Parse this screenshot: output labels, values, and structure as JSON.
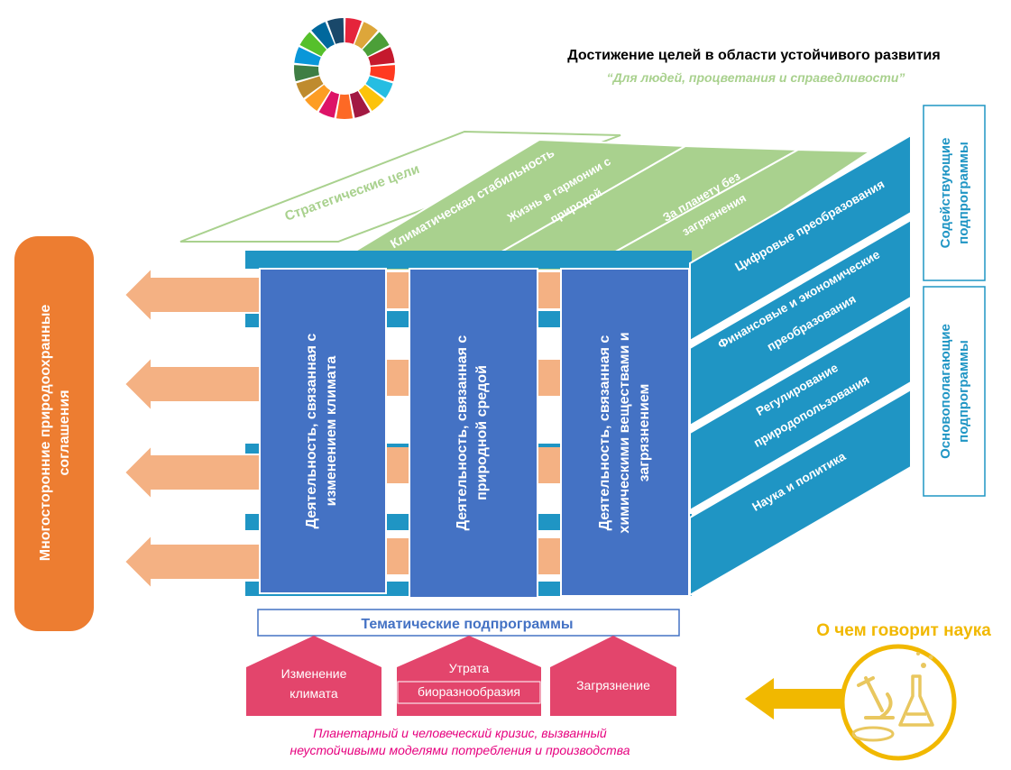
{
  "header": {
    "title": "Достижение целей в области устойчивого развития",
    "subtitle": "“Для людей, процветания и справедливости”"
  },
  "strategic_goals": {
    "label": "Стратегические цели",
    "items": [
      "Климатическая стабильность",
      [
        "Жизнь в гармонии с",
        "природой"
      ],
      [
        "За планету без",
        "загрязнения"
      ]
    ]
  },
  "enabling": {
    "label": [
      "Содействующие",
      "подпрограммы"
    ],
    "items": [
      "Цифровые преобразования",
      [
        "Финансовые и экономические",
        "преобразования"
      ]
    ]
  },
  "foundational": {
    "label": [
      "Основополагающие",
      "подпрограммы"
    ],
    "items": [
      [
        "Регулирование",
        "природопользования"
      ],
      "Наука и политика"
    ]
  },
  "thematic": {
    "label": "Тематические подпрограммы",
    "columns": [
      [
        "Деятельность, связанная с",
        "изменением климата"
      ],
      [
        "Деятельность, связанная с",
        "природной средой"
      ],
      [
        "Деятельность, связанная с",
        "химическими веществами и",
        "загрязнением"
      ]
    ]
  },
  "crises": {
    "items": [
      [
        "Изменение",
        "климата"
      ],
      [
        "Утрата",
        "биоразнообразия"
      ],
      [
        "Загрязнение"
      ]
    ],
    "caption": [
      "Планетарный и человеческий кризис, вызванный",
      "неустойчивыми моделями потребления и производства"
    ]
  },
  "mea": {
    "label": [
      "Многосторонние природоохранные",
      "соглашения"
    ]
  },
  "science": {
    "label": "О чем говорит наука"
  },
  "colors": {
    "blue": "#4472c4",
    "teal": "#1f95c4",
    "green": "#a9d18e",
    "orange": "#ed7d31",
    "salmon": "#f4b183",
    "pink": "#e3456c",
    "gold": "#f1b800",
    "subtitle_green": "#a9d18e",
    "caption_pink": "#e6007e"
  }
}
